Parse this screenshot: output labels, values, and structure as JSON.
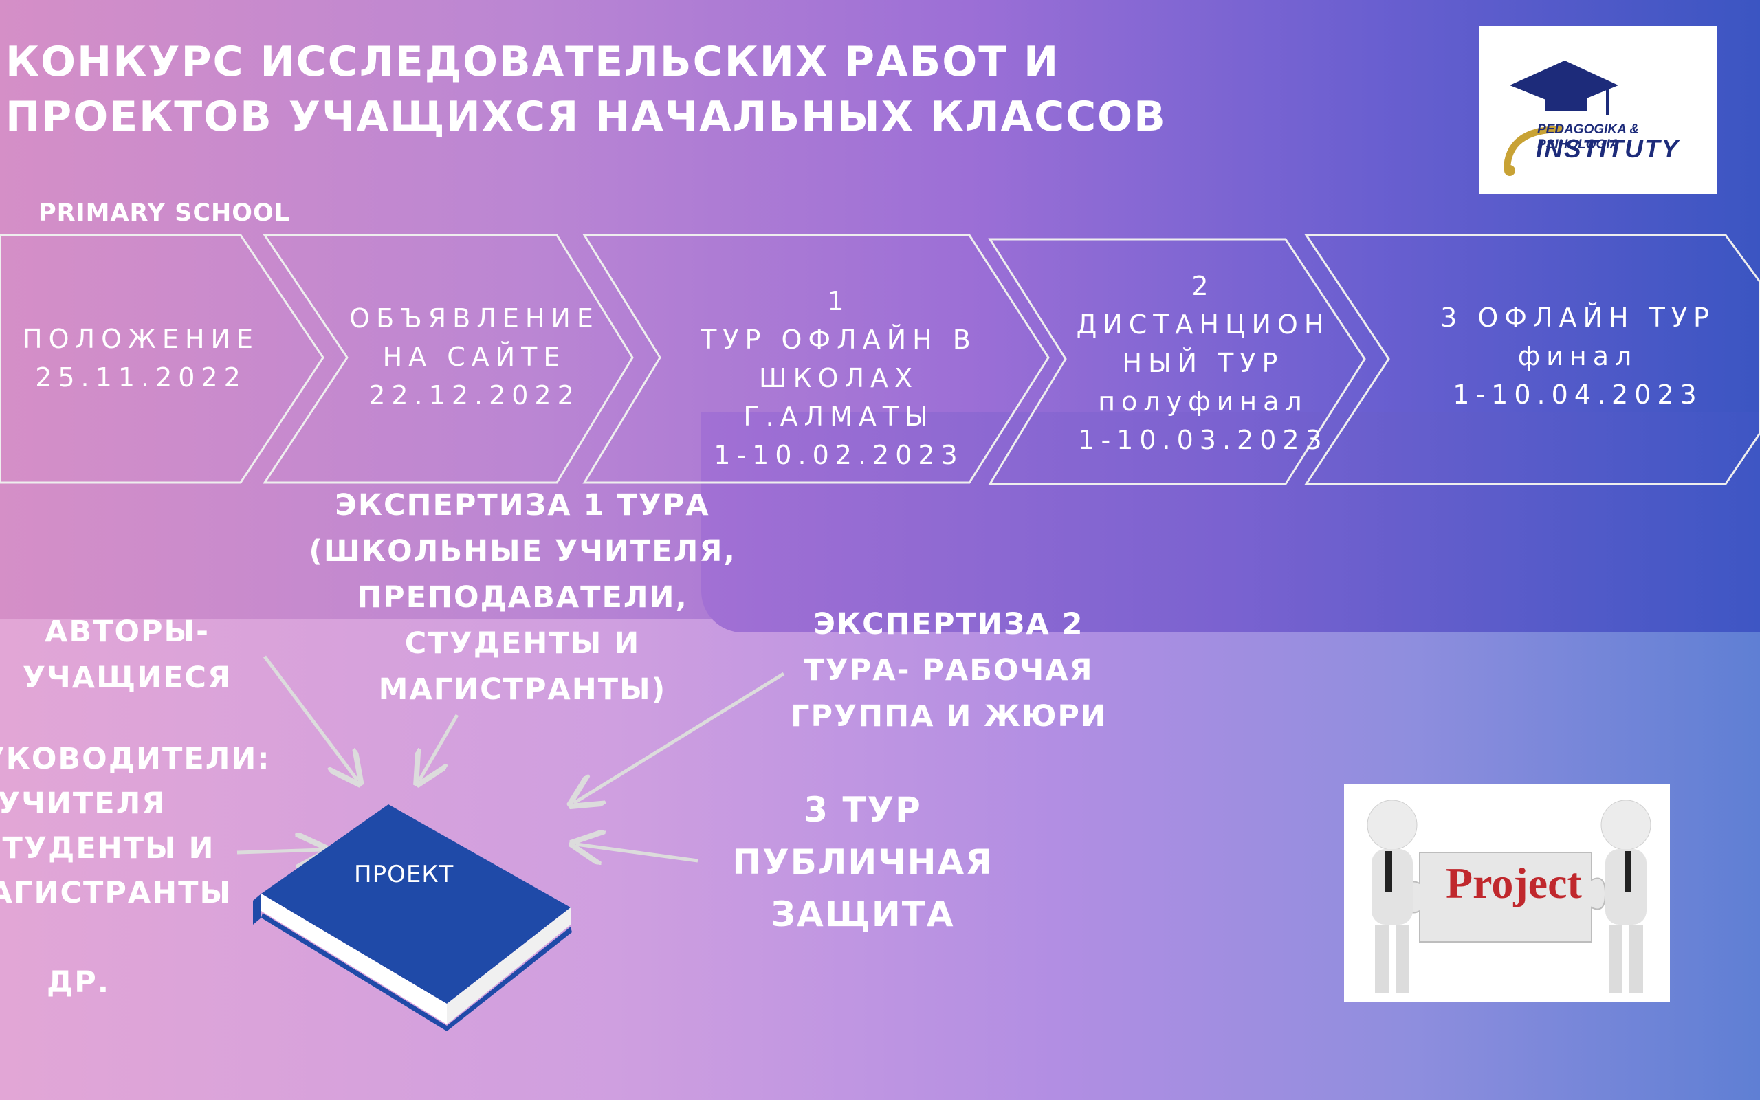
{
  "title": {
    "line1": "КОНКУРС ИССЛЕДОВАТЕЛЬСКИХ РАБОТ И",
    "line2": "ПРОЕКТОВ УЧАЩИХСЯ НАЧАЛЬНЫХ КЛАССОВ"
  },
  "subtitle": "PRIMARY SCHOOL",
  "logo": {
    "line1": "PEDAGOGIKA & PSIHOLOGIA",
    "line2": "INSTITUTY"
  },
  "steps": [
    {
      "lines": [
        "ПОЛОЖЕНИЕ",
        "25.11.2022"
      ]
    },
    {
      "lines": [
        "ОБЪЯВЛЕНИЕ",
        "НА САЙТЕ",
        "22.12.2022"
      ]
    },
    {
      "lines": [
        "1",
        "ТУР ОФЛАЙН В",
        "ШКОЛАХ Г.АЛМАТЫ",
        "1-10.02.2023"
      ]
    },
    {
      "lines": [
        "2",
        "ДИСТАНЦИОН",
        "НЫЙ ТУР",
        "полуфинал",
        "1-10.03.2023"
      ]
    },
    {
      "lines": [
        "3 ОФЛАЙН ТУР",
        "финал",
        "1-10.04.2023"
      ]
    }
  ],
  "labels": {
    "expertise1": [
      "ЭКСПЕРТИЗА  1 ТУРА",
      "(ШКОЛЬНЫЕ УЧИТЕЛЯ,",
      "ПРЕПОДАВАТЕЛИ,",
      "СТУДЕНТЫ И",
      "МАГИСТРАНТЫ)"
    ],
    "authors": [
      "АВТОРЫ-",
      "УЧАЩИЕСЯ"
    ],
    "supervisors": [
      "РУКОВОДИТЕЛИ:",
      "УЧИТЕЛЯ",
      "СТУДЕНТЫ И",
      "МАГИСТРАНТЫ И",
      "ДР."
    ],
    "expertise2": [
      "ЭКСПЕРТИЗА 2",
      "ТУРА- РАБОЧАЯ",
      "ГРУППА И ЖЮРИ"
    ],
    "tour3": [
      "3 ТУР",
      "ПУБЛИЧНАЯ",
      "ЗАЩИТА"
    ]
  },
  "book_label": "ПРОЕКТ",
  "project_image_text": "Project",
  "colors": {
    "book_blue": "#1f4aa8",
    "arrow_gray": "#d9d9d9"
  }
}
